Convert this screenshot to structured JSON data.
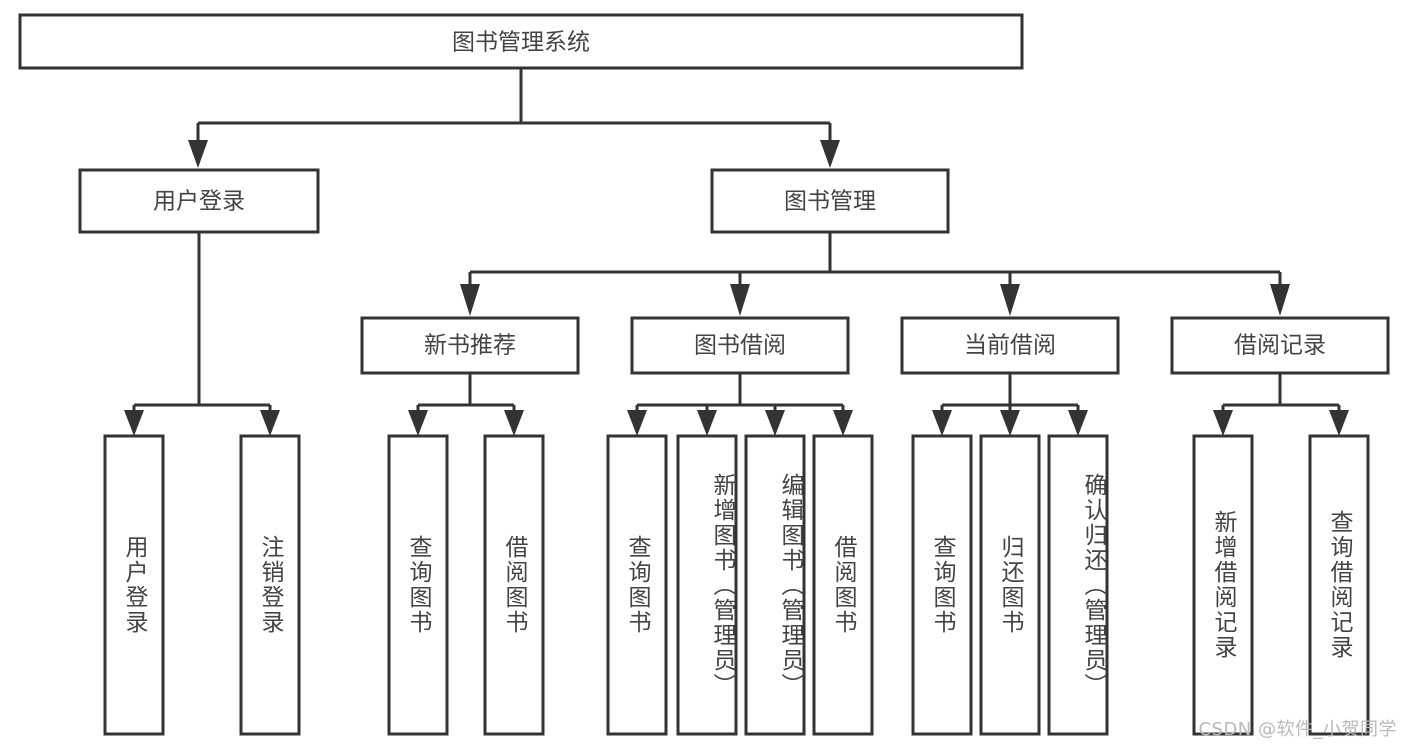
{
  "diagram": {
    "type": "tree",
    "title": "图书管理系统",
    "watermark": "CSDN @软件_小贺同学",
    "colors": {
      "stroke": "#333333",
      "fill": "#ffffff",
      "text": "#444444",
      "watermark": "#b9b9b9"
    },
    "levels": {
      "root": {
        "label": "图书管理系统"
      },
      "level1": [
        {
          "label": "用户登录"
        },
        {
          "label": "图书管理"
        }
      ],
      "level2": [
        {
          "label": "新书推荐"
        },
        {
          "label": "图书借阅"
        },
        {
          "label": "当前借阅"
        },
        {
          "label": "借阅记录"
        }
      ]
    },
    "leaves": {
      "user_login": [
        {
          "label": "用户登录"
        },
        {
          "label": "注销登录"
        }
      ],
      "new_book_recommend": [
        {
          "label": "查询图书"
        },
        {
          "label": "借阅图书"
        }
      ],
      "book_borrow": [
        {
          "label": "查询图书"
        },
        {
          "label": "新增图书（管理员）"
        },
        {
          "label": "编辑图书（管理员）"
        },
        {
          "label": "借阅图书"
        }
      ],
      "current_borrow": [
        {
          "label": "查询图书"
        },
        {
          "label": "归还图书"
        },
        {
          "label": "确认归还（管理员）"
        }
      ],
      "borrow_records": [
        {
          "label": "新增借阅记录"
        },
        {
          "label": "查询借阅记录"
        }
      ]
    }
  }
}
